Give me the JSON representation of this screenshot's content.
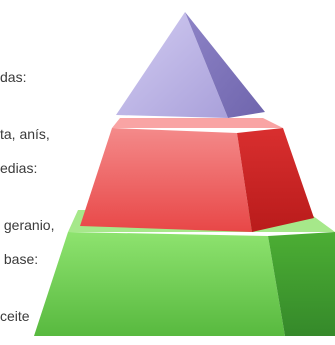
{
  "layers": [
    {
      "id": "top",
      "lines": [
        "das:",
        "ta, anís,"
      ],
      "color": "#b7b0e0"
    },
    {
      "id": "middle",
      "lines": [
        "edias:",
        " geranio,"
      ],
      "color": "#ef4d4d"
    },
    {
      "id": "base",
      "lines": [
        " base:",
        "ceite"
      ],
      "color": "#6ccd52"
    }
  ]
}
